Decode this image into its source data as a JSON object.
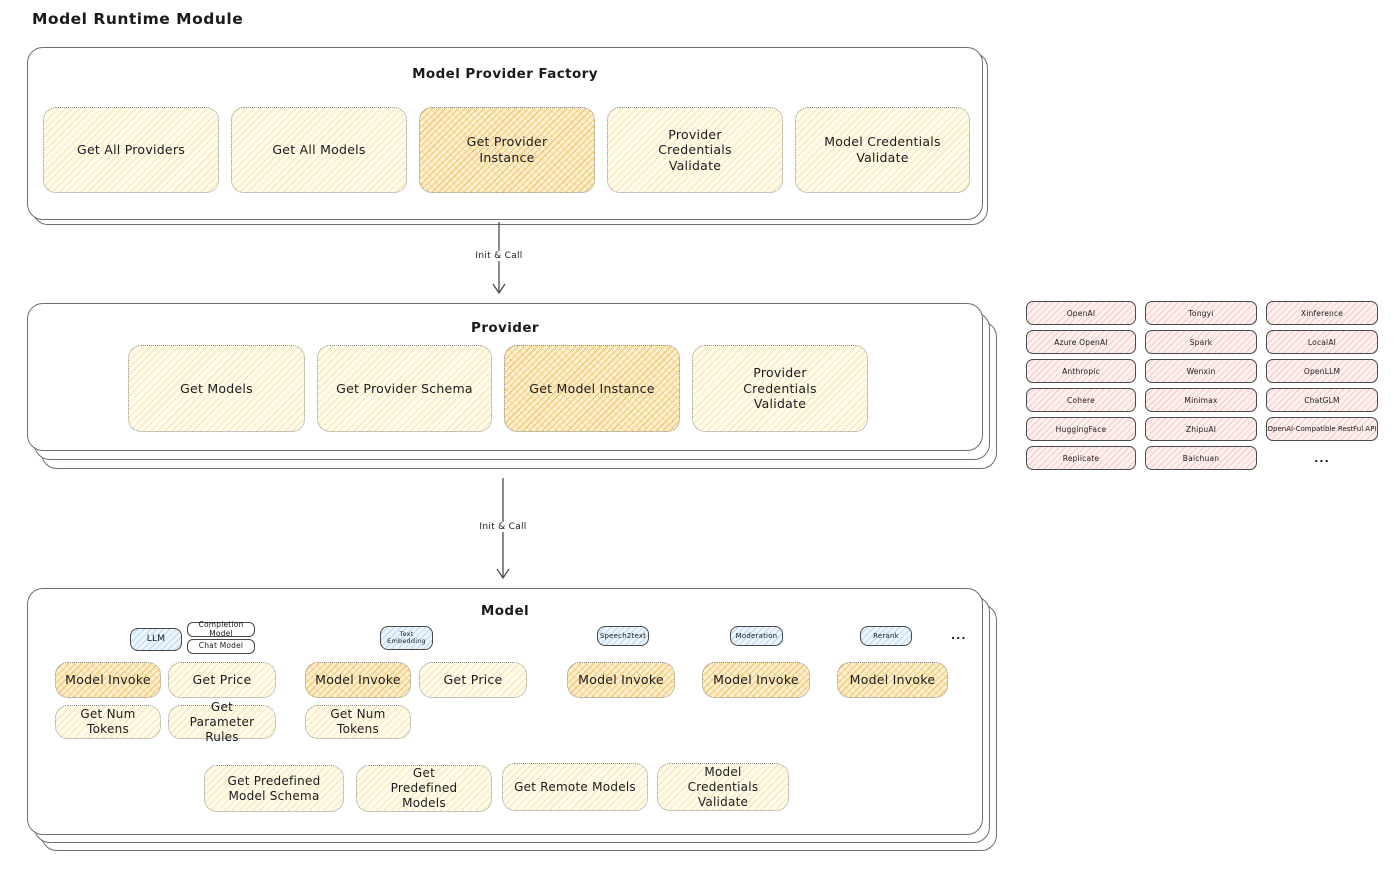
{
  "page": {
    "title": "Model Runtime Module"
  },
  "colors": {
    "highlight_hatch": "#f3b850",
    "yellow_hatch": "#f2d67a",
    "pink_hatch": "#eea29a",
    "blue_hatch": "#8ec0ec",
    "stroke": "#4a4a4a"
  },
  "arrows": {
    "top": {
      "label": "Init & Call"
    },
    "bottom": {
      "label": "Init & Call"
    }
  },
  "factory": {
    "title": "Model Provider Factory",
    "items": [
      {
        "label": "Get All Providers",
        "highlight": false
      },
      {
        "label": "Get All Models",
        "highlight": false
      },
      {
        "label": "Get Provider Instance",
        "highlight": true
      },
      {
        "label": "Provider Credentials Validate",
        "highlight": false
      },
      {
        "label": "Model Credentials Validate",
        "highlight": false
      }
    ]
  },
  "provider": {
    "title": "Provider",
    "items": [
      {
        "label": "Get Models",
        "highlight": false
      },
      {
        "label": "Get Provider Schema",
        "highlight": false
      },
      {
        "label": "Get Model Instance",
        "highlight": true
      },
      {
        "label": "Provider Credentials Validate",
        "highlight": false
      }
    ]
  },
  "providers_list": {
    "items": [
      "OpenAI",
      "Tongyi",
      "Xinference",
      "Azure OpenAI",
      "Spark",
      "LocalAI",
      "Anthropic",
      "Wenxin",
      "OpenLLM",
      "Cohere",
      "Minimax",
      "ChatGLM",
      "HuggingFace",
      "ZhipuAI",
      "OpenAI-Compatible RestFul API",
      "Replicate",
      "Baichuan"
    ],
    "ellipsis": "..."
  },
  "model": {
    "title": "Model",
    "groups": [
      {
        "tabs": [
          "LLM",
          "Completion Model",
          "Chat Model"
        ],
        "ops": [
          {
            "label": "Model Invoke",
            "highlight": true
          },
          {
            "label": "Get Price",
            "highlight": false
          },
          {
            "label": "Get Num Tokens",
            "highlight": false
          },
          {
            "label": "Get Parameter Rules",
            "highlight": false
          }
        ]
      },
      {
        "tabs": [
          "Text Embedding"
        ],
        "ops": [
          {
            "label": "Model Invoke",
            "highlight": true
          },
          {
            "label": "Get Price",
            "highlight": false
          },
          {
            "label": "Get Num Tokens",
            "highlight": false
          }
        ]
      },
      {
        "tabs": [
          "Speech2text"
        ],
        "ops": [
          {
            "label": "Model Invoke",
            "highlight": true
          }
        ]
      },
      {
        "tabs": [
          "Moderation"
        ],
        "ops": [
          {
            "label": "Model Invoke",
            "highlight": true
          }
        ]
      },
      {
        "tabs": [
          "Rerank"
        ],
        "ops": [
          {
            "label": "Model Invoke",
            "highlight": true
          }
        ]
      }
    ],
    "tabs_ellipsis": "...",
    "bottom_ops": [
      "Get Predefined Model Schema",
      "Get Predefined Models",
      "Get Remote Models",
      "Model Credentials Validate"
    ]
  }
}
